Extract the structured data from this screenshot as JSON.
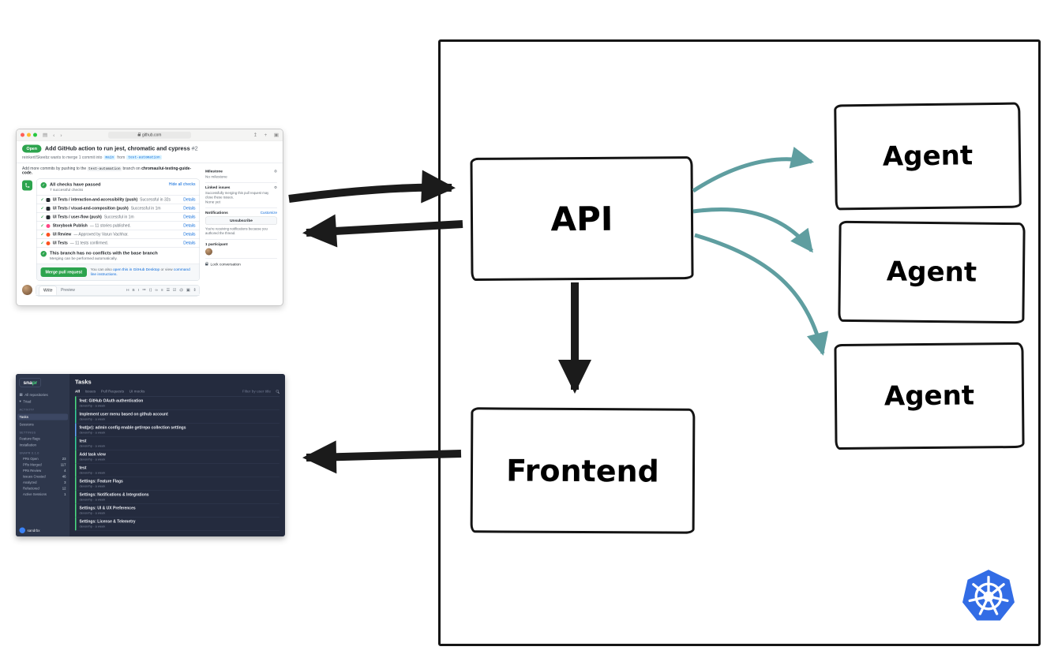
{
  "diagram": {
    "api_label": "API",
    "frontend_label": "Frontend",
    "agent_labels": [
      "Agent",
      "Agent",
      "Agent"
    ],
    "colors": {
      "arrow_black": "#1b1b1b",
      "arrow_teal": "#5f9ea0",
      "kubernetes_blue": "#326CE5"
    }
  },
  "github": {
    "browser": {
      "url": "github.com",
      "icons": {
        "sidebar": "▤",
        "back": "‹",
        "forward": "›",
        "share": "↥",
        "new_tab": "+",
        "tabs": "▣"
      }
    },
    "open_badge": "Open",
    "pr_title": "Add GitHub action to run jest, chromatic and cypress",
    "pr_number": "#2",
    "merge_line": {
      "prefix": "reinkert/Skeebz wants to merge 1 commit into",
      "base": "main",
      "mid": "from",
      "head": "test-automation"
    },
    "push_hint": {
      "prefix": "Add more commits by pushing to the",
      "branch": "test-automation",
      "mid": "branch on",
      "repo": "chromaui/ui-testing-guide-code."
    },
    "checks_panel": {
      "title": "All checks have passed",
      "subtitle": "7 successful checks",
      "hide_all": "Hide all checks",
      "check_glyph": "✓",
      "checks": [
        {
          "name": "UI Tests / interaction-and-accessibility (push)",
          "status": "Successful in 32s",
          "details": "Details"
        },
        {
          "name": "UI Tests / visual-and-composition (push)",
          "status": "Successful in 1m",
          "details": "Details"
        },
        {
          "name": "UI Tests / user-flow (push)",
          "status": "Successful in 1m",
          "details": "Details"
        },
        {
          "name": "Storybook Publish",
          "status": "— 11 stories published.",
          "details": "Details"
        },
        {
          "name": "UI Review",
          "status": "— Approved by Varun Vachhar.",
          "details": "Details"
        },
        {
          "name": "UI Tests",
          "status": "— 11 tests confirmed.",
          "details": "Details"
        }
      ]
    },
    "merge_box": {
      "title": "This branch has no conflicts with the base branch",
      "subtitle": "Merging can be performed automatically.",
      "button": "Merge pull request",
      "also_prefix": "You can also",
      "also_link1": "open this in GitHub Desktop",
      "also_mid": "or view",
      "also_link2": "command line instructions."
    },
    "composer": {
      "tabs": [
        "Write",
        "Preview"
      ],
      "toolbar": [
        "H",
        "B",
        "I",
        "≔",
        "⟨⟩",
        "∞",
        "≡",
        "☰",
        "☑",
        "@",
        "▣",
        "⇕"
      ]
    },
    "sidebar": {
      "gear_glyph": "⚙",
      "milestone_label": "Milestone",
      "milestone_value": "No milestone",
      "linked_label": "Linked issues",
      "linked_desc": "Successfully merging this pull request may close these issues.",
      "linked_value": "None yet",
      "notifications_label": "Notifications",
      "customize": "Customize",
      "unsubscribe": "Unsubscribe",
      "notifications_desc": "You're receiving notifications because you authored the thread.",
      "participants_label": "1 participant",
      "lock_label": "Lock conversation"
    }
  },
  "snapr": {
    "logo_prefix": "sna",
    "logo_suffix": "pr",
    "nav": {
      "icons": {
        "grid": "▦",
        "chevron": "▾"
      },
      "all_repos": "All repositories",
      "repo": "Triad",
      "activity_label": "Activity",
      "activity_items": [
        "Tasks",
        "Sessions"
      ],
      "settings_label": "Settings",
      "settings_items": [
        "Feature flags",
        "Installation"
      ],
      "stats_label": "SNAPR 0.1.0",
      "stats": [
        {
          "label": "PRs Open",
          "count": "23"
        },
        {
          "label": "PRs Merged",
          "count": "117"
        },
        {
          "label": "PRs Review",
          "count": "4"
        },
        {
          "label": "Issues Created",
          "count": "46"
        },
        {
          "label": "Analyzed",
          "count": "3"
        },
        {
          "label": "Refactored",
          "count": "12"
        },
        {
          "label": "Active Sessions",
          "count": "1"
        }
      ],
      "user": "sandrbx"
    },
    "main": {
      "title": "Tasks",
      "tabs": [
        "All",
        "Issues",
        "Pull Requests",
        "UI mocks"
      ],
      "filter_label": "Filter by user title",
      "tasks": [
        {
          "title": "feat: GitHub OAuth authentication",
          "meta": "devon/hp · a week"
        },
        {
          "title": "Implement user menu based on github account",
          "meta": "devon/hp · a week"
        },
        {
          "title": "feat(pr): admin config enable get/repo collection settings",
          "meta": "devon/hp · a week"
        },
        {
          "title": "test",
          "meta": "devon/hp · a week"
        },
        {
          "title": "Add task view",
          "meta": "devon/hp · a week"
        },
        {
          "title": "test",
          "meta": "devon/hp · a week"
        },
        {
          "title": "Settings: Feature Flags",
          "meta": "devon/hp · a week"
        },
        {
          "title": "Settings: Notifications & Integrations",
          "meta": "devon/hp · a week"
        },
        {
          "title": "Settings: UI & UX Preferences",
          "meta": "devon/hp · a week"
        },
        {
          "title": "Settings: License & Telemetry",
          "meta": "devon/hp · a week"
        }
      ]
    }
  }
}
